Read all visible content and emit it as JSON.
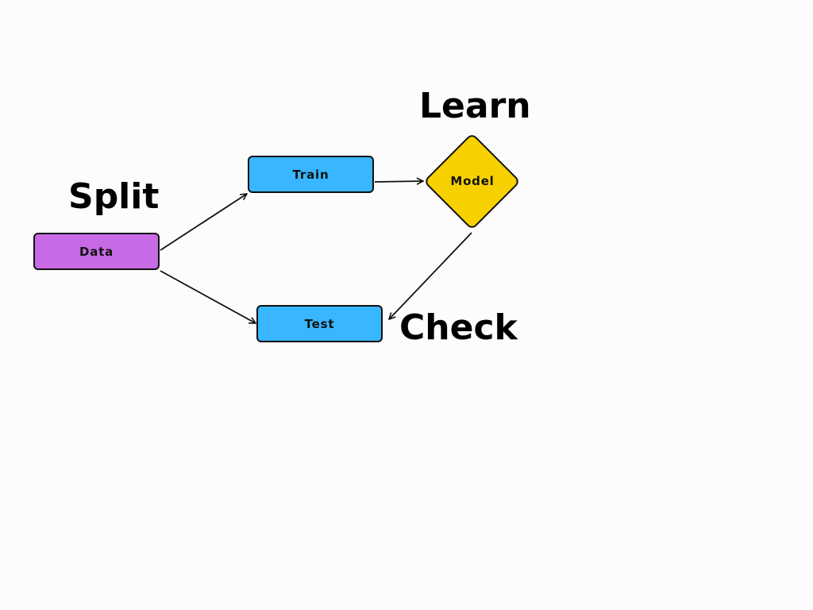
{
  "diagram": {
    "nodes": {
      "data": {
        "label": "Data",
        "shape": "rounded-rectangle",
        "color": "#c86ae6"
      },
      "train": {
        "label": "Train",
        "shape": "rounded-rectangle",
        "color": "#38b6ff"
      },
      "test": {
        "label": "Test",
        "shape": "rounded-rectangle",
        "color": "#38b6ff"
      },
      "model": {
        "label": "Model",
        "shape": "diamond",
        "color": "#f7d000"
      }
    },
    "annotations": {
      "split": "Split",
      "learn": "Learn",
      "check": "Check"
    },
    "edges": [
      {
        "from": "data",
        "to": "train"
      },
      {
        "from": "data",
        "to": "test"
      },
      {
        "from": "train",
        "to": "model"
      },
      {
        "from": "model",
        "to": "test"
      }
    ],
    "line_color": "#111111"
  }
}
